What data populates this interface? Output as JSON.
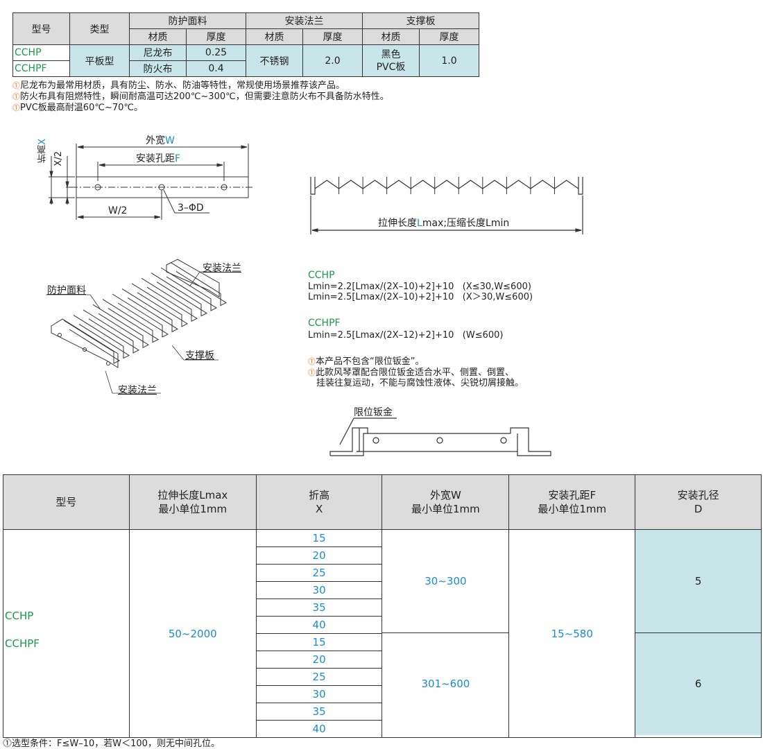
{
  "spec_table": {
    "h_model": "型号",
    "h_type": "类型",
    "h_fabric": "防护面料",
    "h_flange": "安装法兰",
    "h_support": "支撑板",
    "h_material": "材质",
    "h_thickness": "厚度",
    "rows": [
      {
        "model": "CCHP",
        "fabric_material": "尼龙布",
        "fabric_thickness": "0.25"
      },
      {
        "model": "CCHPF",
        "fabric_material": "防火布",
        "fabric_thickness": "0.4"
      }
    ],
    "type_value": "平板型",
    "flange_material": "不锈钢",
    "flange_thickness": "2.0",
    "support_material_1": "黑色",
    "support_material_2": "PVC板",
    "support_thickness": "1.0"
  },
  "notes_top": [
    "尼龙布为最常用材质，具有防尘、防水、防油等特性，常规使用场景推荐该产品。",
    "防火布具有阻燃特性，瞬间耐高温可达200℃~300℃，但需要注意防火布不具备防水特性。",
    "PVC板最高耐温60℃~70℃。"
  ],
  "diagram1": {
    "outer_width_prefix": "外宽",
    "outer_width_sym": "W",
    "hole_pitch_prefix": "安装孔距",
    "hole_pitch_sym": "F",
    "fold_prefix": "折高",
    "fold_sym": "X",
    "half_x": "X/2",
    "half_w": "W/2",
    "holes": "3–ΦD"
  },
  "diagram2": {
    "label_prefix": "拉伸长度",
    "label_sym": "L",
    "label_rest": "max;压缩长度Lmin"
  },
  "diagram3": {
    "flange_top": "安装法兰",
    "fabric": "防护面料",
    "support": "支撑板",
    "flange_bottom": "安装法兰"
  },
  "formulas": {
    "cchp_title": "CCHP",
    "cchp_1": "Lmin=2.2[Lmax/(2X–10)+2]+10   (X≤30,W≤600)",
    "cchp_2": "Lmin=2.5[Lmax/(2X–10)+2]+10   (X＞30,W≤600)",
    "cchpf_title": "CCHPF",
    "cchpf_1": "Lmin=2.5[Lmax/(2X–12)+2]+10   (W≤600)"
  },
  "notes_mid": [
    "本产品不包含“限位钣金”。",
    "此款风琴罩配合限位钣金适合水平、侧置、倒置、",
    "挂装往复运动，不能与腐蚀性液体、尖锐切屑接触。"
  ],
  "diagram4": {
    "label": "限位钣金"
  },
  "main_table": {
    "h_model": "型号",
    "h_lmax_1": "拉伸长度Lmax",
    "h_lmax_2": "最小单位1mm",
    "h_x_1": "折高",
    "h_x_2": "X",
    "h_w_1": "外宽W",
    "h_w_2": "最小单位1mm",
    "h_f_1": "安装孔距F",
    "h_f_2": "最小单位1mm",
    "h_d_1": "安装孔径",
    "h_d_2": "D",
    "models": [
      "CCHP",
      "CCHPF"
    ],
    "lmax": "50~2000",
    "x_values": [
      "15",
      "20",
      "25",
      "30",
      "35",
      "40",
      "15",
      "20",
      "25",
      "30",
      "35",
      "40"
    ],
    "w_ranges": [
      "30~300",
      "301~600"
    ],
    "f_range": "15~580",
    "d_values": [
      "5",
      "6"
    ]
  },
  "bottom_note": "选型条件：F≤W–10，若W＜100，则无中间孔位。"
}
